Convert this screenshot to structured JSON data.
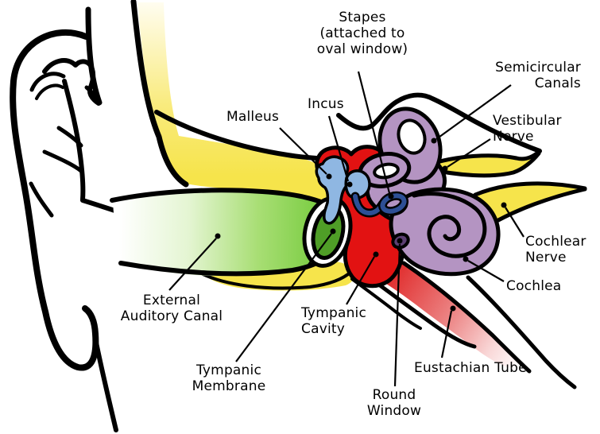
{
  "figure": {
    "subject": "anatomy-of-the-human-ear-diagram"
  },
  "colors": {
    "background": "#ffffff",
    "outline": "#000000",
    "label_color": "#000000",
    "bone_yellow": "#f6e44b",
    "bone_pale": "#fffdf0",
    "canal_green": "#7bcd43",
    "membrane_green": "#4f9e27",
    "cavity_red": "#e21212",
    "tube_red": "#e13030",
    "inner_purple": "#b494c2",
    "window_purple": "#5c3f72",
    "malleus_blue": "#8fb7e2",
    "stapes_blue": "#2d4f95"
  },
  "labels": {
    "stapes": {
      "lines": [
        "Stapes",
        "(attached to",
        "oval window)"
      ]
    },
    "malleus": {
      "lines": [
        "Malleus"
      ]
    },
    "incus": {
      "lines": [
        "Incus"
      ]
    },
    "semicircular_canals": {
      "lines": [
        "Semicircular",
        "Canals"
      ]
    },
    "vestibular_nerve": {
      "lines": [
        "Vestibular",
        "Nerve"
      ]
    },
    "cochlear_nerve": {
      "lines": [
        "Cochlear",
        "Nerve"
      ]
    },
    "cochlea": {
      "lines": [
        "Cochlea"
      ]
    },
    "external_auditory_canal": {
      "lines": [
        "External",
        "Auditory Canal"
      ]
    },
    "tympanic_cavity": {
      "lines": [
        "Tympanic",
        "Cavity"
      ]
    },
    "tympanic_membrane": {
      "lines": [
        "Tympanic",
        "Membrane"
      ]
    },
    "round_window": {
      "lines": [
        "Round",
        "Window"
      ]
    },
    "eustachian_tube": {
      "lines": [
        "Eustachian Tube"
      ]
    }
  }
}
